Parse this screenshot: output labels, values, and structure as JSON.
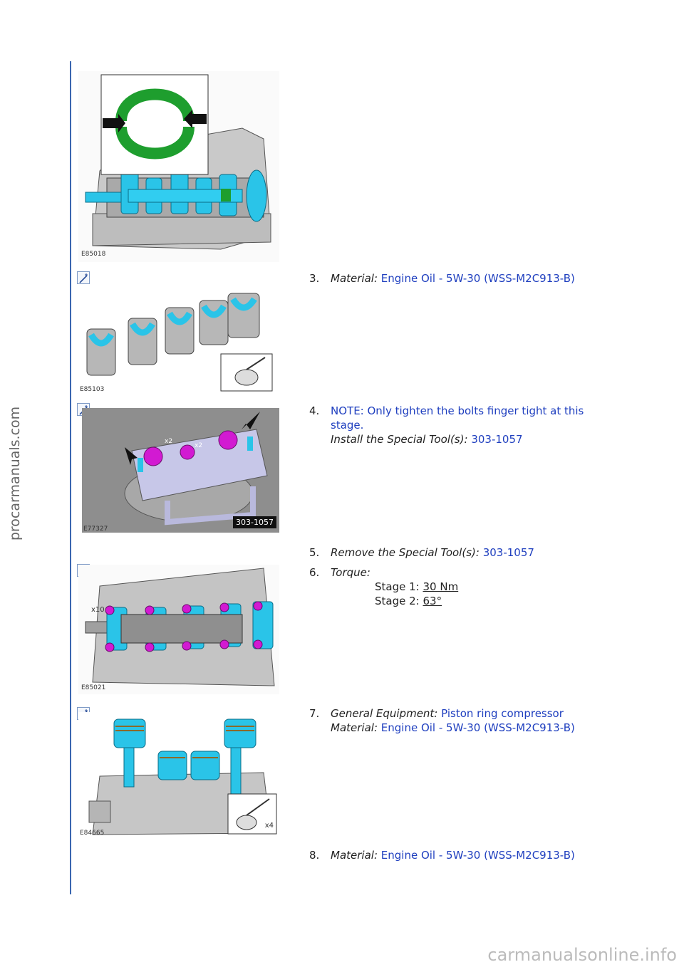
{
  "watermark_left": "procarmanuals.com",
  "watermark_bottom": "carmanualsonline.info",
  "figures": {
    "f1": "E85018",
    "f2": "E85103",
    "f3": "E77327",
    "f3_callout": "303-1057",
    "f3_x2a": "x2",
    "f3_x2b": "x2",
    "f4": "E85021",
    "f4_callout": "x10",
    "f5": "E84665",
    "f5_callout": "x4"
  },
  "steps": {
    "s3": {
      "num": "3.",
      "label": "Material:",
      "link": "Engine Oil - 5W-30 (WSS-M2C913-B)"
    },
    "s4": {
      "num": "4.",
      "note": "NOTE: Only tighten the bolts finger tight at this stage.",
      "label": "Install the Special Tool(s):",
      "link": "303-1057"
    },
    "s5": {
      "num": "5.",
      "label": "Remove the Special Tool(s):",
      "link": "303-1057"
    },
    "s6": {
      "num": "6.",
      "label": "Torque:",
      "stage1_label": "Stage 1:",
      "stage1_value": "30 Nm",
      "stage2_label": "Stage 2:",
      "stage2_value": "63°"
    },
    "s7": {
      "num": "7.",
      "label": "General Equipment:",
      "link": "Piston ring compressor",
      "label2": "Material:",
      "link2": "Engine Oil - 5W-30 (WSS-M2C913-B)"
    },
    "s8": {
      "num": "8.",
      "label": "Material:",
      "link": "Engine Oil - 5W-30 (WSS-M2C913-B)"
    }
  },
  "colors": {
    "accent_blue": "#1f3fbf",
    "rule_blue": "#3a66b0",
    "part_cyan": "#2ac4e8",
    "bolt_magenta": "#d21ad2",
    "bearing_green": "#1e9e2e"
  }
}
